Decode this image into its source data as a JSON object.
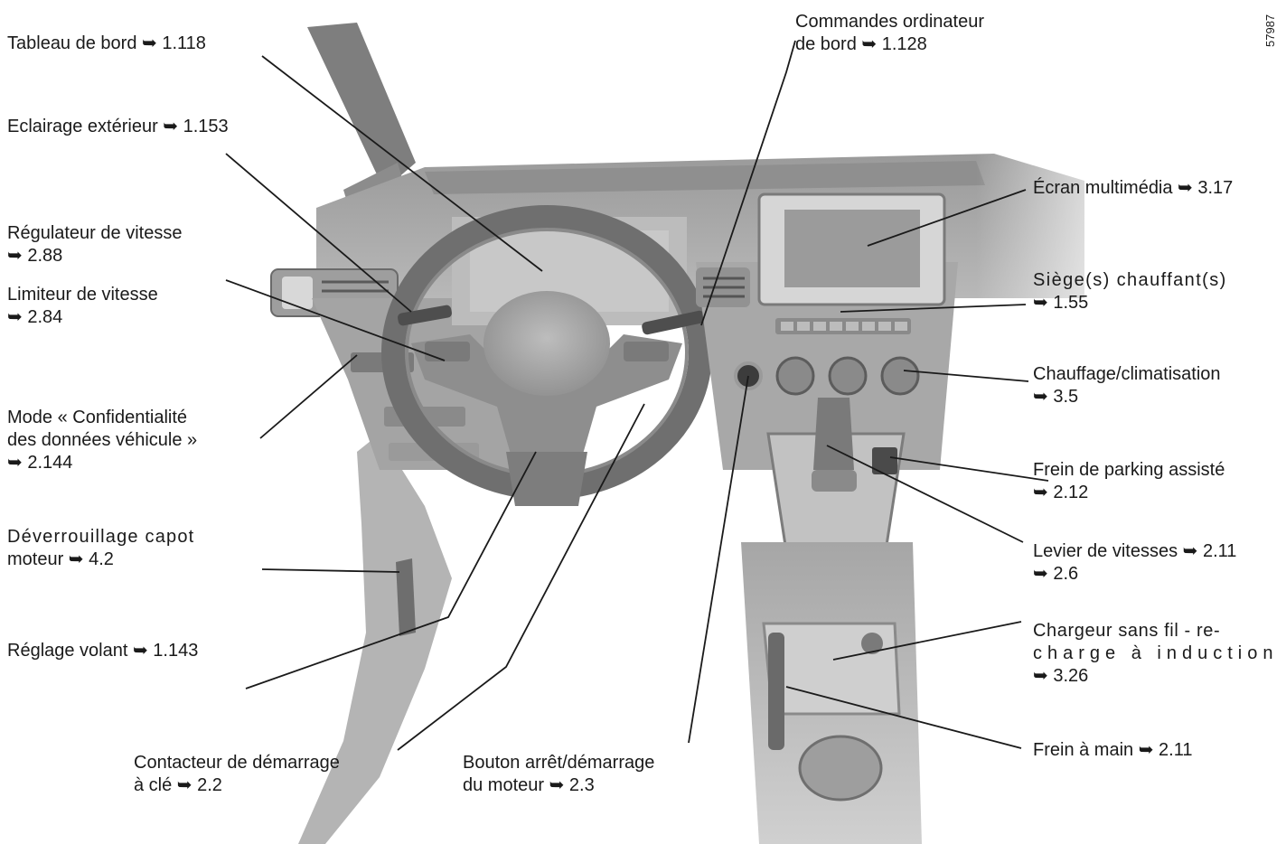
{
  "reference_number": "57987",
  "arrow": "➥",
  "labels": {
    "tableau_de_bord": [
      "Tableau de bord ➥ 1.118"
    ],
    "eclairage_exterieur": [
      "Eclairage extérieur ➥ 1.153"
    ],
    "regulateur_vitesse": [
      "Régulateur de vitesse",
      "➥ 2.88"
    ],
    "limiteur_vitesse": [
      "Limiteur de vitesse",
      "➥ 2.84"
    ],
    "mode_confidentialite": [
      "Mode « Confidentialité",
      "des données véhicule »",
      "➥ 2.144"
    ],
    "deverrouillage_capot": [
      "Déverrouillage capot",
      "moteur ➥ 4.2"
    ],
    "reglage_volant": [
      "Réglage volant ➥ 1.143"
    ],
    "contacteur_demarrage": [
      "Contacteur de démarrage",
      "à clé ➥ 2.2"
    ],
    "bouton_arret_demarrage": [
      "Bouton arrêt/démarrage",
      "du moteur ➥ 2.3"
    ],
    "commandes_ordinateur": [
      "Commandes ordinateur",
      "de bord ➥ 1.128"
    ],
    "ecran_multimedia": [
      "Écran multimédia ➥ 3.17"
    ],
    "sieges_chauffants": [
      "Siège(s) chauffant(s)",
      "➥ 1.55"
    ],
    "chauffage_climatisation": [
      "Chauffage/climatisation",
      "➥ 3.5"
    ],
    "frein_parking_assiste": [
      "Frein de parking assisté",
      "➥ 2.12"
    ],
    "levier_vitesses": [
      "Levier de vitesses ➥ 2.11",
      "➥ 2.6"
    ],
    "chargeur_sans_fil": [
      "Chargeur sans fil - re-",
      "charge à induction",
      "➥ 3.26"
    ],
    "frein_a_main": [
      "Frein à main ➥ 2.11"
    ]
  },
  "colors": {
    "text": "#1a1a1a",
    "leader_line": "#1a1a1a",
    "dash_dark": "#8a8a8a",
    "dash_mid": "#a9a9a9",
    "dash_light": "#c8c8c8",
    "background": "#ffffff"
  }
}
